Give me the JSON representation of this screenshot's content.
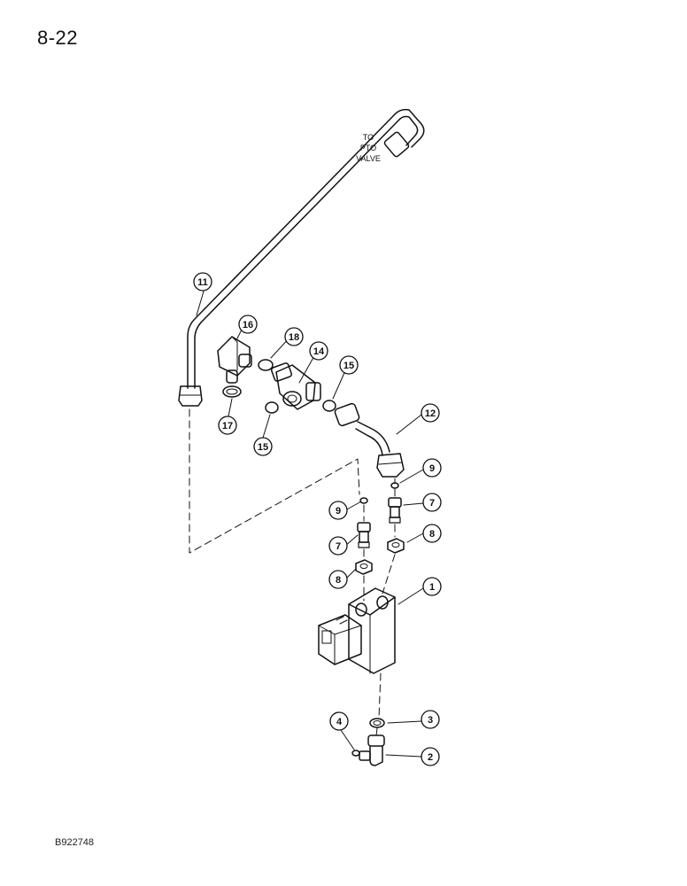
{
  "page": {
    "number": "8-22",
    "figure_code": "B922748"
  },
  "note": {
    "lines": [
      "TO",
      "PTO",
      "VALVE"
    ]
  },
  "callouts": [
    "11",
    "16",
    "18",
    "14",
    "15",
    "17",
    "15",
    "12",
    "9",
    "9",
    "7",
    "7",
    "8",
    "8",
    "1",
    "3",
    "4",
    "2"
  ],
  "colors": {
    "ink": "#111111",
    "paper": "#ffffff"
  }
}
